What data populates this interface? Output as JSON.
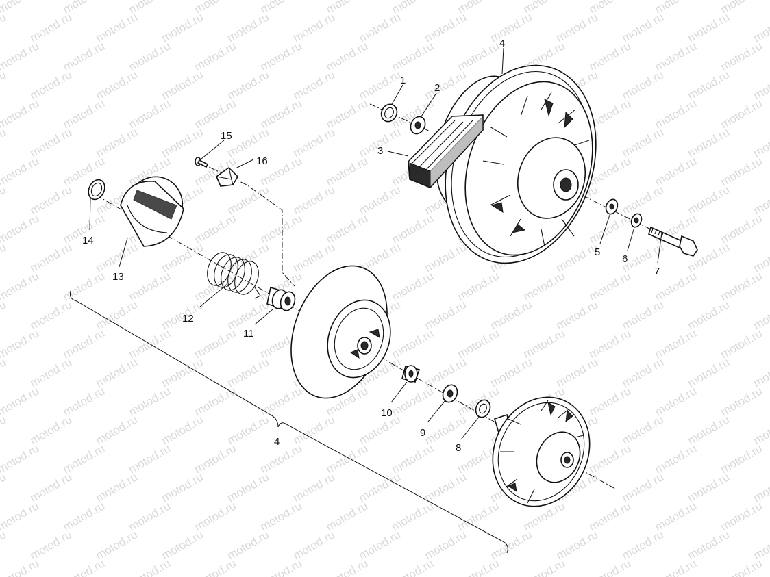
{
  "diagram": {
    "watermark_text": "motod.ru",
    "callouts": {
      "c1": "1",
      "c2": "2",
      "c3": "3",
      "c4_top": "4",
      "c5": "5",
      "c6": "6",
      "c7": "7",
      "c8": "8",
      "c9": "9",
      "c10": "10",
      "c11": "11",
      "c12": "12",
      "c13": "13",
      "c14": "14",
      "c15": "15",
      "c16": "16",
      "c4_bracket": "4"
    },
    "parts": {
      "p1": "snap ring",
      "p2": "washer",
      "p3": "drive belt",
      "p4": "driven clutch assembly",
      "p5": "washer",
      "p6": "lock washer",
      "p7": "bolt",
      "p8": "washer",
      "p9": "washer",
      "p10": "bushing",
      "p11": "bushing",
      "p12": "spring",
      "p13": "cam",
      "p14": "snap ring",
      "p15": "screw",
      "p16": "button"
    },
    "colors": {
      "line": "#111111",
      "watermark": "#d9d9d9",
      "background": "#ffffff"
    }
  }
}
